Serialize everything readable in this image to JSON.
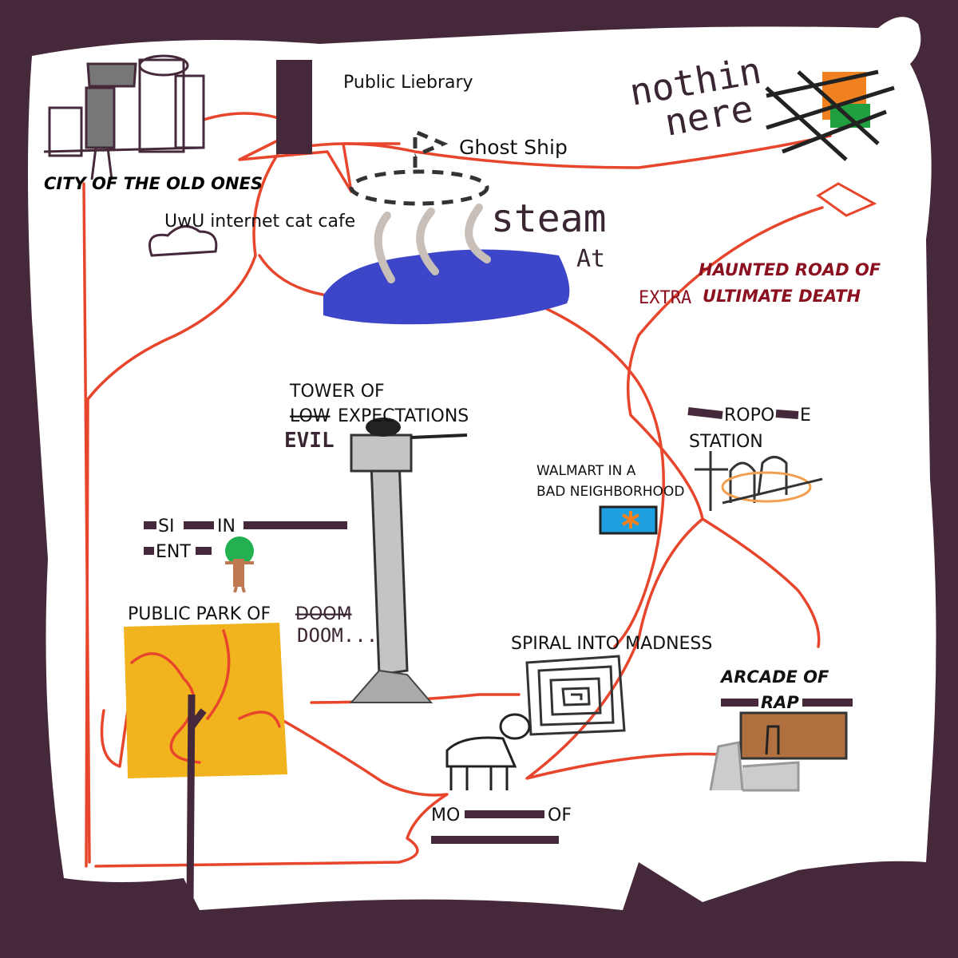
{
  "map": {
    "colors": {
      "background": "#45293a",
      "parchment": "#ffffff",
      "road": "#e8462c",
      "lake": "#3d45c8",
      "park": "#f2b41e",
      "haunted": "#8b1020"
    },
    "labels": {
      "city": "CITY OF THE OLD ONES",
      "library": "Public Liebrary",
      "ghost_ship": "Ghost Ship",
      "cat_cafe": "UwU internet cat cafe",
      "steam": "steam",
      "steam_pit": "At",
      "nothing_here_1": "nothin",
      "nothing_here_2": "nere",
      "haunted_1": "HAUNTED ROAD OF",
      "haunted_extra": "EXTRA",
      "haunted_2": "ULTIMATE DEATH",
      "tower_1": "TOWER OF",
      "tower_2_struck": "LOW",
      "tower_2": "EXPECTATIONS",
      "tower_evil": "EVIL",
      "walmart_1": "WALMART IN A",
      "walmart_2": "BAD NEIGHBORHOOD",
      "police_1": "ROPO",
      "police_1b": "E",
      "police_2": "STATION",
      "sign_1a": "SI",
      "sign_1b": "IN",
      "sign_2": "ENT",
      "park": "PUBLIC PARK OF",
      "park_struck": "DOOM",
      "park_doom": "DOOM...",
      "spiral": "SPIRAL INTO MADNESS",
      "arcade_1": "ARCADE OF",
      "arcade_2": "RAP",
      "monument_1a": "MO",
      "monument_1b": "OF"
    }
  }
}
